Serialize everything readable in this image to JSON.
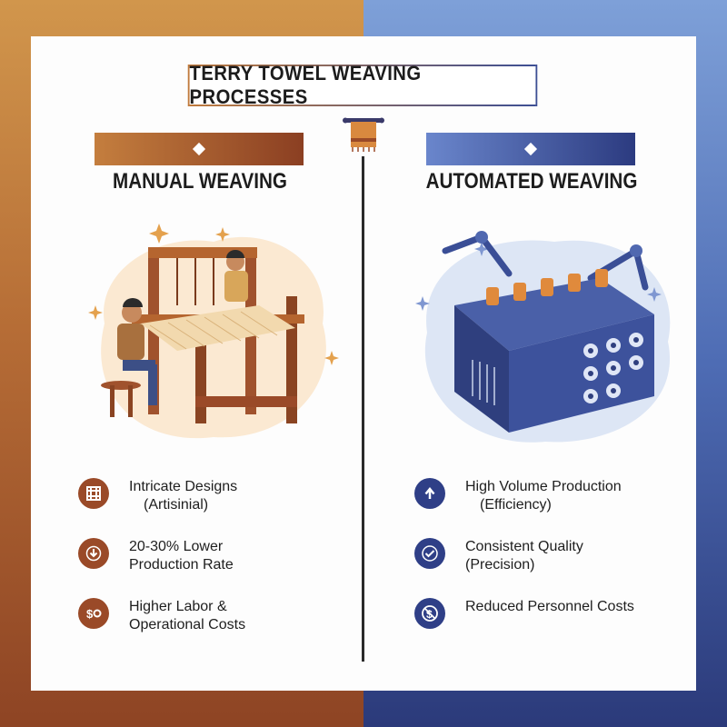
{
  "title": "TERRY TOWEL WEAVING PROCESSES",
  "left": {
    "heading": "MANUAL WEAVING",
    "features": [
      {
        "line1": "Intricate Designs",
        "line2": "(Artisinial)",
        "icon": "weave-pattern-icon"
      },
      {
        "line1": "20-30% Lower",
        "line2": "Production Rate",
        "icon": "down-arrow-icon"
      },
      {
        "line1": "Higher Labor &",
        "line2": "Operational Costs",
        "icon": "cost-gear-icon"
      }
    ]
  },
  "right": {
    "heading": "AUTOMATED WEAVING",
    "features": [
      {
        "line1": "High Volume Production",
        "line2": "(Efficiency)",
        "icon": "up-arrow-icon"
      },
      {
        "line1": "Consistent Quality",
        "line2": "(Precision)",
        "icon": "checkmark-icon"
      },
      {
        "line1": "Reduced Personnel Costs",
        "line2": "",
        "icon": "no-personnel-icon"
      }
    ]
  },
  "colors": {
    "manual_accent": "#9a4a28",
    "automated_accent": "#2f3f87"
  }
}
